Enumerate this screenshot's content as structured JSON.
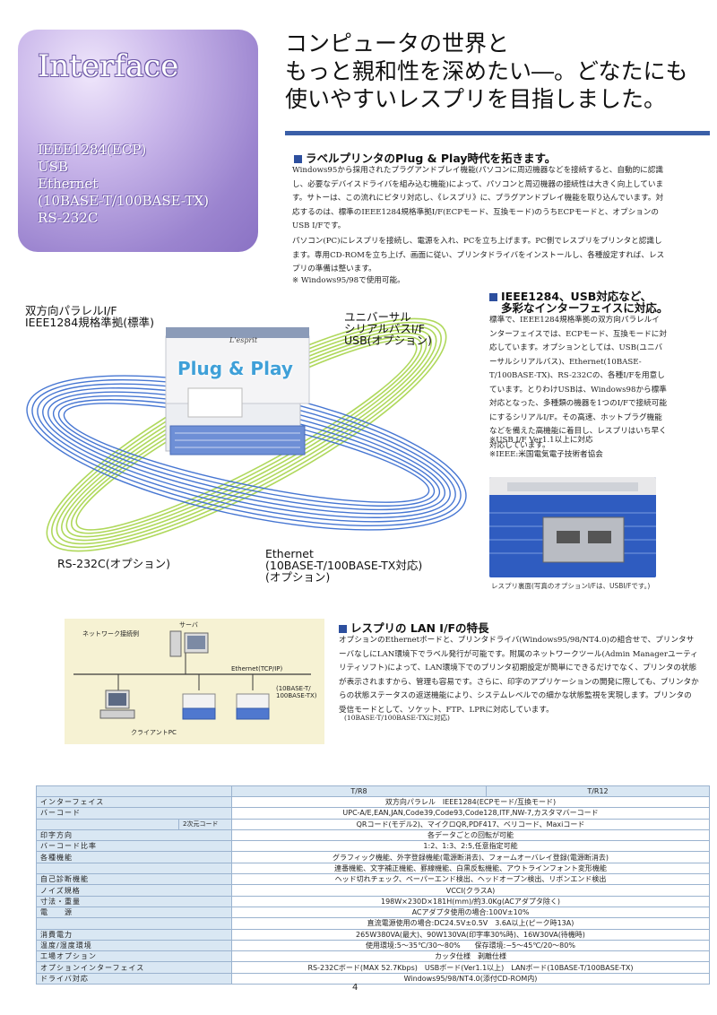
{
  "interface": {
    "title": "Interface",
    "items": [
      "IEEE1284(ECP)",
      "USB",
      "Ethernet",
      "(10BASE-T/100BASE-TX)",
      "RS-232C"
    ]
  },
  "headline": [
    "コンピュータの世界と",
    "もっと親和性を深めたい―。どなたにも",
    "使いやすいレスプリを目指しました。"
  ],
  "section1": {
    "title": "ラベルプリンタのPlug & Play時代を拓きます。",
    "p1": "Windows95から採用されたプラグアンドプレイ機能(パソコンに周辺機器などを接続すると、自動的に認識し、必要なデバイスドライバを組み込む機能)によって、パソコンと周辺機器の接続性は大きく向上しています。サトーは、この流れにピタリ対応し、《レスプリ》に、プラグアンドプレイ機能を取り込んでいます。対応するのは、標準のIEEE1284規格準拠I/F(ECPモード、互換モード)のうちECPモードと、オプションのUSB I/Fです。",
    "p2": "パソコン(PC)にレスプリを接続し、電源を入れ、PCを立ち上げます。PC側でレスプリをプリンタと認識します。専用CD-ROMを立ち上げ、画面に従い、プリンタドライバをインストールし、各種設定すれば、レスプリの準備は整います。",
    "note": "※ Windows95/98で使用可能。"
  },
  "diagram": {
    "label_parallel": [
      "双方向パラレルI/F",
      "IEEE1284規格準拠(標準)"
    ],
    "label_usb": [
      "ユニバーサル",
      "シリアルバスI/F",
      "USB(オプション)"
    ],
    "plug_play": "Plug & Play",
    "printer_logo": "L'esprit",
    "label_rs232": "RS-232C(オプション)",
    "label_ethernet": [
      "Ethernet",
      "(10BASE-T/100BASE-TX対応)",
      "(オプション)"
    ]
  },
  "section2": {
    "title": [
      "IEEE1284、USB対応など、",
      "多彩なインターフェイスに対応。"
    ],
    "body": "標準で、IEEE1284規格準拠の双方向パラレルインターフェイスでは、ECPモード、互換モードに対応しています。オプションとしては、USB(ユニバーサルシリアルバス)、Ethernet(10BASE-T/100BASE-TX)、RS-232Cの、各種I/Fを用意しています。とりわけUSBは、Windows98から標準対応となった、多種類の機器を1つのI/Fで接続可能にするシリアルI/F。その高速、ホットプラグ機能などを備えた高機能に着目し、レスプリはいち早く対応しています。",
    "notes": [
      "※USB I/F Ver1.1以上に対応",
      "※IEEE:米国電気電子技術者協会"
    ],
    "photo_caption": "レスプリ裏面(写真のオプションI/Fは、USBI/Fです。)"
  },
  "network": {
    "title": "ネットワーク接続例",
    "server": "サーバ",
    "ethernet": "Ethernet(TCP/IP)",
    "spec": [
      "(10BASE-T/",
      "100BASE-TX)"
    ],
    "client": "クライアントPC"
  },
  "section3": {
    "title": "レスプリの LAN I/Fの特長",
    "body": "オプションのEthernetボードと、プリンタドライバ(Windows95/98/NT4.0)の組合せで、プリンタサーバなしにLAN環境下でラベル発行が可能です。附属のネットワークツール(Admin Managerユーティリティソフト)によって、LAN環境下でのプリンタ初期設定が簡単にできるだけでなく、プリンタの状態が表示されますから、管理も容易です。さらに、印字のアプリケーションの開発に際しても、プリンタからの状態ステータスの返送機能により、システムレベルでの細かな状態監視を実現します。プリンタの受信モードとして、ソケット、FTP、LPRに対応しています。",
    "note": "(10BASE-T/100BASE-TXに対応)"
  },
  "spec_table": {
    "models": [
      "T/R8",
      "T/R12"
    ],
    "rows": [
      {
        "label": "インターフェイス",
        "value": "双方向パラレル　IEEE1284(ECPモード/互換モード)"
      },
      {
        "label": "バーコード",
        "value": "UPC-A/E,EAN,JAN,Code39,Code93,Code128,ITF,NW-7,カスタマバーコード"
      },
      {
        "label": "",
        "sub": "2次元コード",
        "value": "QRコード(モデル2)、マイクロQR,PDF417、ベリコード、Maxiコード"
      },
      {
        "label": "印字方向",
        "value": "各データごとの回転が可能"
      },
      {
        "label": "バーコード比率",
        "value": "1:2、1:3、2:5,任意指定可能"
      },
      {
        "label": "各種機能",
        "value": "グラフィック機能、外字登録機能(電源断消去)、フォームオーバレイ登録(電源断消去)"
      },
      {
        "label": "",
        "value": "連番機能、文字補正機能、罫線機能、白黒反転機能、アウトラインフォント変形機能"
      },
      {
        "label": "自己診断機能",
        "value": "ヘッド切れチェック、ペーパーエンド検出、ヘッドオープン検出、リボンエンド検出"
      },
      {
        "label": "ノイズ規格",
        "value": "VCCI(クラスA)"
      },
      {
        "label": "寸法・重量",
        "value": "198W×230D×181H(mm)/約3.0Kg(ACアダプタ除く)"
      },
      {
        "label": "電　　源",
        "value": "ACアダプタ使用の場合:100V±10%"
      },
      {
        "label": "",
        "value": "直流電源使用の場合:DC24.5V±0.5V　3.6A以上(ピーク時13A)"
      },
      {
        "label": "消費電力",
        "value": "265W380VA(最大)、90W130VA(印字率30%時)、16W30VA(待機時)"
      },
      {
        "label": "温度/湿度環境",
        "value": "使用環境:5〜35℃/30〜80%　　保存環境:−5〜45℃/20〜80%"
      },
      {
        "label": "工場オプション",
        "value": "カッタ仕様　剥離仕様"
      },
      {
        "label": "オプションインターフェイス",
        "value": "RS-232Cボード(MAX 52.7Kbps)　USBボード(Ver1.1以上)　LANボード(10BASE-T/100BASE-TX)"
      },
      {
        "label": "ドライバ対応",
        "value": "Windows95/98/NT4.0(添付CD-ROM内)"
      }
    ]
  },
  "page_number": "4"
}
